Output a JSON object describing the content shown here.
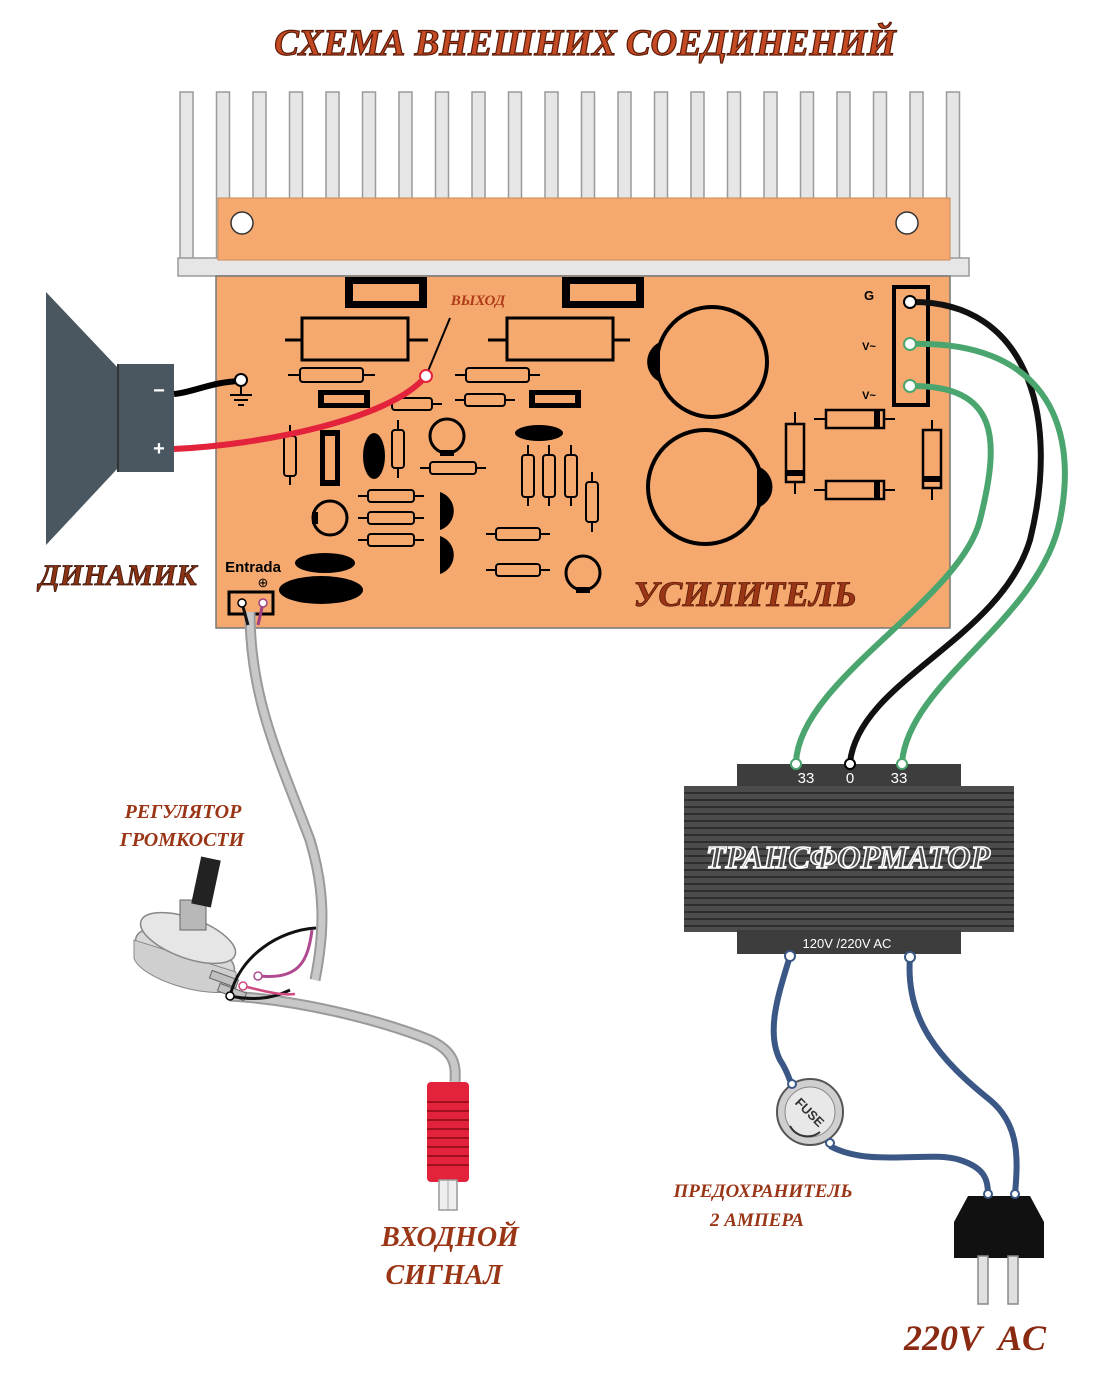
{
  "title": "СХЕМА ВНЕШНИХ СОЕДИНЕНИЙ",
  "labels": {
    "speaker": "ДИНАМИК",
    "amplifier": "УСИЛИТЕЛЬ",
    "output": "ВЫХОД",
    "entrada": "Entrada",
    "entrada_symbol": "⊕",
    "terminal_g": "G",
    "terminal_v1": "V~",
    "terminal_v2": "V~",
    "speaker_minus": "−",
    "speaker_plus": "+",
    "volume_line1": "РЕГУЛЯТОР",
    "volume_line2": "ГРОМКОСТИ",
    "input_line1": "ВХОДНОЙ",
    "input_line2": "СИГНАЛ",
    "transformer": "ТРАНСФОРМАТОР",
    "tap_left": "33",
    "tap_center": "0",
    "tap_right": "33",
    "primary": "120V /220V AC",
    "fuse": "FUSE",
    "fuse_line1": "ПРЕДОХРАНИТЕЛЬ",
    "fuse_line2": "2 АМПЕРА",
    "mains": "220V  AC"
  },
  "colors": {
    "pcb": "#f5a96e",
    "heatsink": "#e6e6e6",
    "label_red": "#9a3516",
    "title_red": "#c44a23",
    "wire_green": "#4aa56e",
    "wire_red": "#e3223c",
    "wire_blue": "#3a5785",
    "cable_gray": "#bdbdbd",
    "speaker": "#4a5760",
    "transformer": "#4c4c4c"
  }
}
